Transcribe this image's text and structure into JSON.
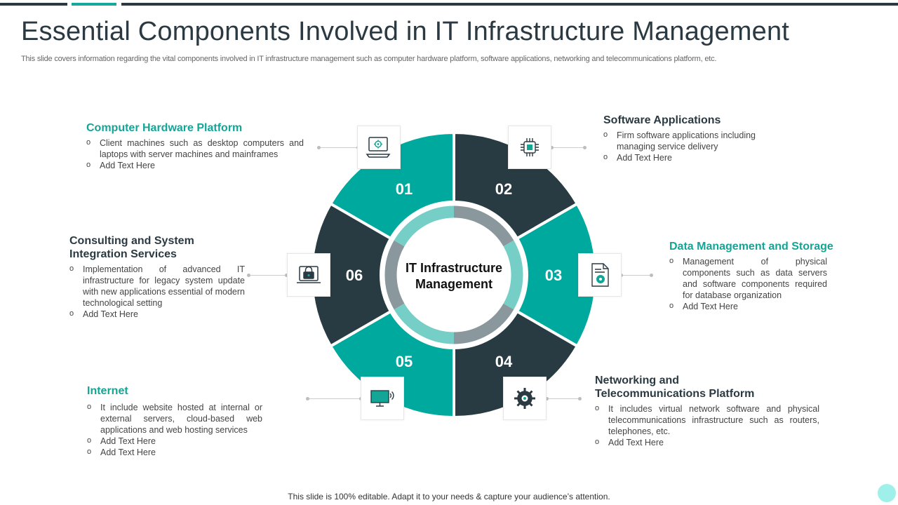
{
  "title": "Essential Components Involved in IT Infrastructure Management",
  "subtitle": "This slide covers information regarding the vital components involved in IT infrastructure management such as computer hardware platform, software applications, networking and telecommunications platform, etc.",
  "center": {
    "line1": "IT Infrastructure",
    "line2": "Management"
  },
  "segments": [
    {
      "number": "01",
      "color": "#00a99d"
    },
    {
      "number": "02",
      "color": "#283b42"
    },
    {
      "number": "03",
      "color": "#00a99d"
    },
    {
      "number": "04",
      "color": "#283b42"
    },
    {
      "number": "05",
      "color": "#00a99d"
    },
    {
      "number": "06",
      "color": "#283b42"
    }
  ],
  "components": {
    "computer_hardware": {
      "heading": "Computer Hardware Platform",
      "bullets": [
        "Client machines such as desktop computers and laptops with server machines and mainframes",
        "Add Text Here"
      ],
      "icon": "computer-gear-icon"
    },
    "software_applications": {
      "heading": "Software Applications",
      "bullets": [
        "Firm software applications including managing service delivery",
        "Add Text Here"
      ],
      "icon": "software-chip-icon"
    },
    "data_management": {
      "heading": "Data Management and Storage",
      "bullets": [
        "Management of physical components such as data servers and software components required for database organization",
        "Add Text Here"
      ],
      "icon": "document-gear-icon"
    },
    "networking": {
      "heading": "Networking and Telecommunications Platform",
      "bullets": [
        "It includes virtual network software and physical telecommunications infrastructure such as routers, telephones, etc.",
        "Add Text Here"
      ],
      "icon": "gear-network-icon"
    },
    "internet": {
      "heading": "Internet",
      "bullets": [
        "It include website hosted at internal or external servers, cloud-based web applications and web hosting services",
        "Add Text Here",
        "Add Text Here"
      ],
      "icon": "monitor-wifi-icon"
    },
    "consulting": {
      "heading": "Consulting and System Integration Services",
      "bullets": [
        "Implementation of advanced IT infrastructure for legacy system update with new applications essential of modern technological setting",
        "Add Text Here"
      ],
      "icon": "laptop-lock-icon"
    }
  },
  "footer": "This slide is 100% editable. Adapt it to your needs & capture your audience’s attention.",
  "colors": {
    "teal": "#00a99d",
    "dark": "#283b42",
    "ring_gray": "#8a979d",
    "ring_teal": "#76cfc6"
  }
}
